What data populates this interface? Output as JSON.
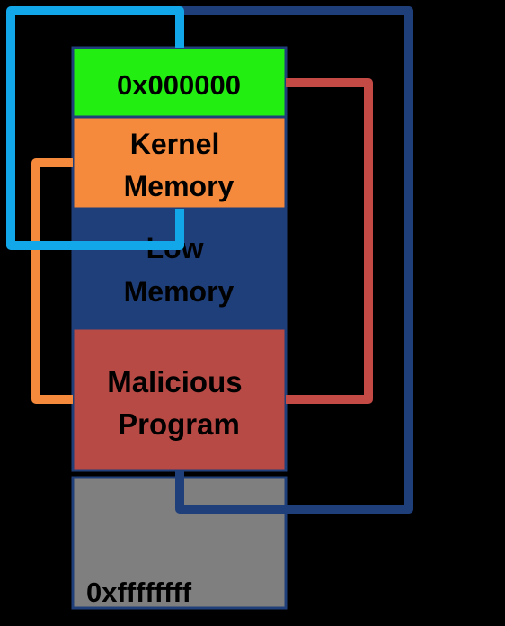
{
  "diagram": {
    "blocks": [
      {
        "id": "top-address",
        "lines": [
          "0x000000"
        ],
        "color": "#22ee11"
      },
      {
        "id": "kernel-memory",
        "lines": [
          "Kernel",
          "Memory"
        ],
        "color": "#f58a3c"
      },
      {
        "id": "low-memory",
        "lines": [
          "Low",
          "Memory"
        ],
        "color": "#1f3f7a"
      },
      {
        "id": "malicious-program",
        "lines": [
          "Malicious",
          "Program"
        ],
        "color": "#b84a45"
      },
      {
        "id": "bottom-address",
        "lines": [
          "0xffffffff"
        ],
        "color": "#7f7f7f"
      }
    ],
    "connectors": [
      {
        "id": "connector-light-blue",
        "color": "#12a7e8"
      },
      {
        "id": "connector-dark-blue",
        "color": "#1f3f7a"
      },
      {
        "id": "connector-red",
        "color": "#c44a45"
      },
      {
        "id": "connector-orange",
        "color": "#f58a3c"
      }
    ],
    "block_border_color": "#1f3f7a"
  }
}
